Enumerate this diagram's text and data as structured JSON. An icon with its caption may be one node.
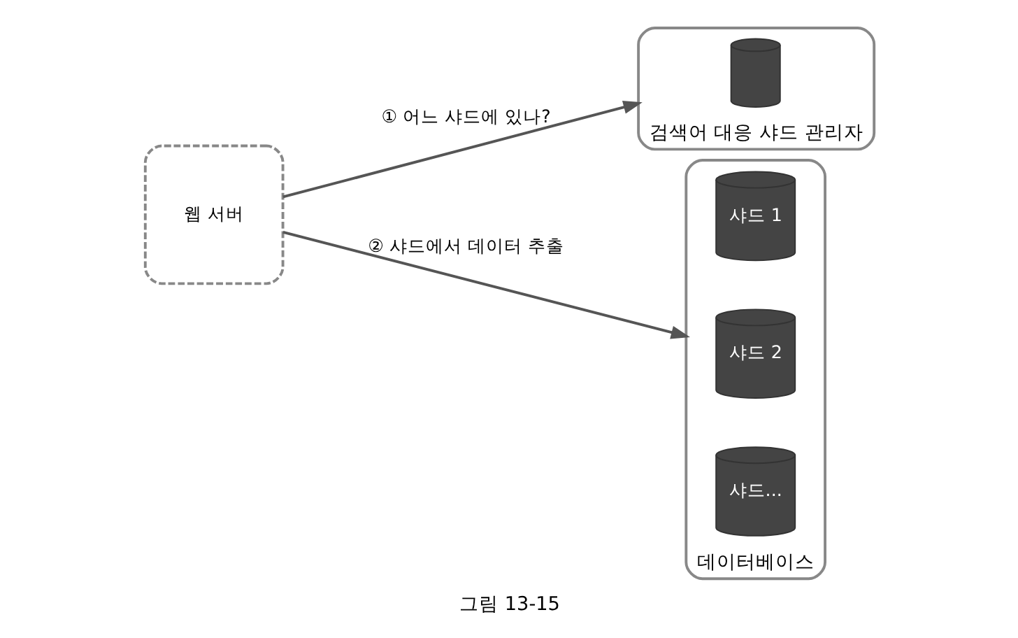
{
  "diagram": {
    "caption": "그림 13-15",
    "nodes": [
      {
        "text": [
          "웹 서버"
        ]
      },
      {
        "text": [
          "검색어 대응 샤드 관리자"
        ]
      },
      {
        "text": [],
        "shape": "cylinder",
        "in": 1
      },
      {
        "text": [
          "데이터베이스"
        ]
      },
      {
        "text": [
          "샤드 1"
        ],
        "in": 3
      },
      {
        "text": [
          "샤드 2"
        ],
        "in": 3
      },
      {
        "text": [
          "샤드..."
        ],
        "in": 3
      }
    ],
    "edges": [
      {
        "from": 0,
        "to": 1,
        "arrow": "to",
        "label": "① 어느 샤드에 있나?"
      },
      {
        "from": 0,
        "to": 3,
        "arrow": "to",
        "label": "② 샤드에서 데이터 추출"
      }
    ]
  }
}
